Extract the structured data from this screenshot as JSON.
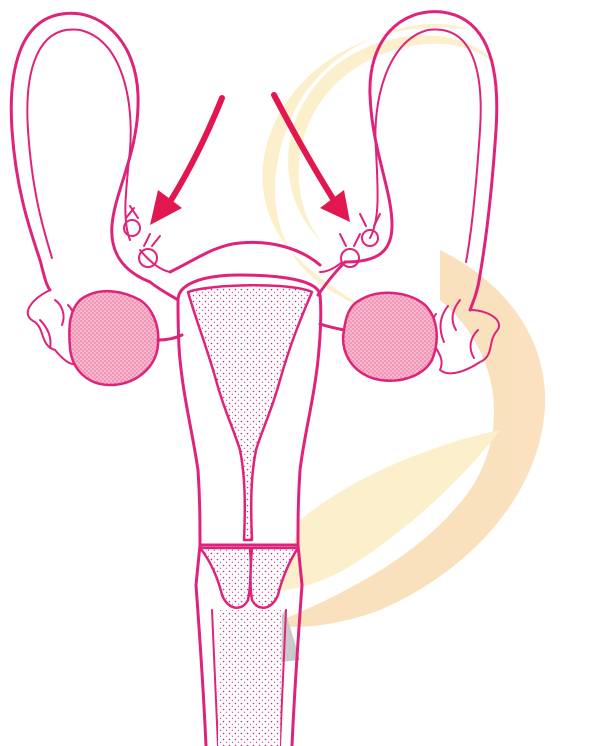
{
  "diagram": {
    "subject": "anatomy-illustration",
    "colors": {
      "ink": "#e0237a",
      "arrow": "#e3174f",
      "shade": "#f7b7cc",
      "shade_dark": "#e86b9a",
      "watermark_yellow": "#fbe3a2",
      "watermark_orange": "#f7c98a",
      "watermark_gray": "#9e9e9e"
    },
    "arrows": [
      {
        "side": "left",
        "pointing": "down-left"
      },
      {
        "side": "right",
        "pointing": "down-right"
      }
    ],
    "watermark": {
      "shape": "S-logo"
    }
  }
}
